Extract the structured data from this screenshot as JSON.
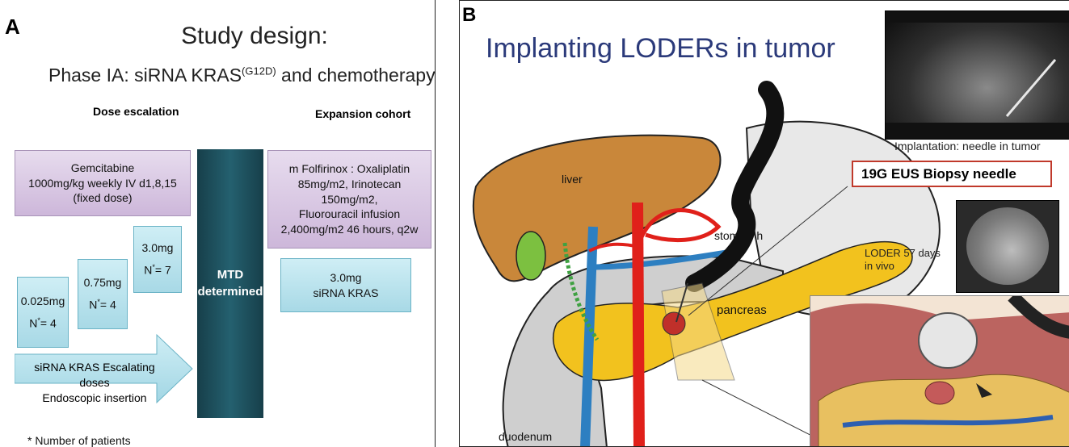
{
  "panel_a": {
    "letter": "A",
    "title": "Study design:",
    "subtitle_pre": "Phase IA: siRNA KRAS",
    "subtitle_sup": "(G12D)",
    "subtitle_post": " and chemotherapy",
    "dose_escalation_header": "Dose escalation",
    "expansion_header": "Expansion cohort",
    "gemcitabine": [
      "Gemcitabine",
      "1000mg/kg weekly IV d1,8,15",
      "(fixed dose)"
    ],
    "folfirinox": [
      "m Folfirinox : Oxaliplatin",
      "85mg/m2, Irinotecan 150mg/m2,",
      "Fluorouracil infusion",
      "2,400mg/m2  46 hours, q2w"
    ],
    "mtd": [
      "MTD",
      "determined"
    ],
    "dose1": {
      "dose": "0.025mg",
      "n_prefix": "N",
      "n_sup": "*",
      "n_value": "= 4"
    },
    "dose2": {
      "dose": "0.75mg",
      "n_prefix": "N",
      "n_sup": "*",
      "n_value": "= 4"
    },
    "dose3": {
      "dose": "3.0mg",
      "n_prefix": "N",
      "n_sup": "*",
      "n_value": "= 7"
    },
    "expansion_dose": [
      "3.0mg",
      "siRNA KRAS"
    ],
    "arrow_text": [
      "siRNA KRAS Escalating doses",
      "Endoscopic insertion"
    ],
    "footnote": "* Number of patients",
    "colors": {
      "purple": "#d9cbe5",
      "cyan": "#b9e3ee",
      "mtd": "#1e5360"
    }
  },
  "panel_b": {
    "letter": "B",
    "title": "Implanting LODERs in tumor",
    "ultrasound_caption": "Implantation:  needle in tumor",
    "needle_label": "19G EUS Biopsy needle",
    "loder_caption": [
      "LODER 57 days",
      "in vivo"
    ],
    "organ_labels": {
      "liver": "liver",
      "stomach": "stom",
      "stomach_tail": "h",
      "pancreas": "pancreas",
      "duodenum": "duodenum"
    },
    "colors": {
      "title": "#2b3a7a",
      "liver": "#c9873a",
      "pancreas": "#f2c21e",
      "duodenum": "#c8c8c8",
      "artery": "#e0201a",
      "vein": "#2d7fc1"
    }
  }
}
